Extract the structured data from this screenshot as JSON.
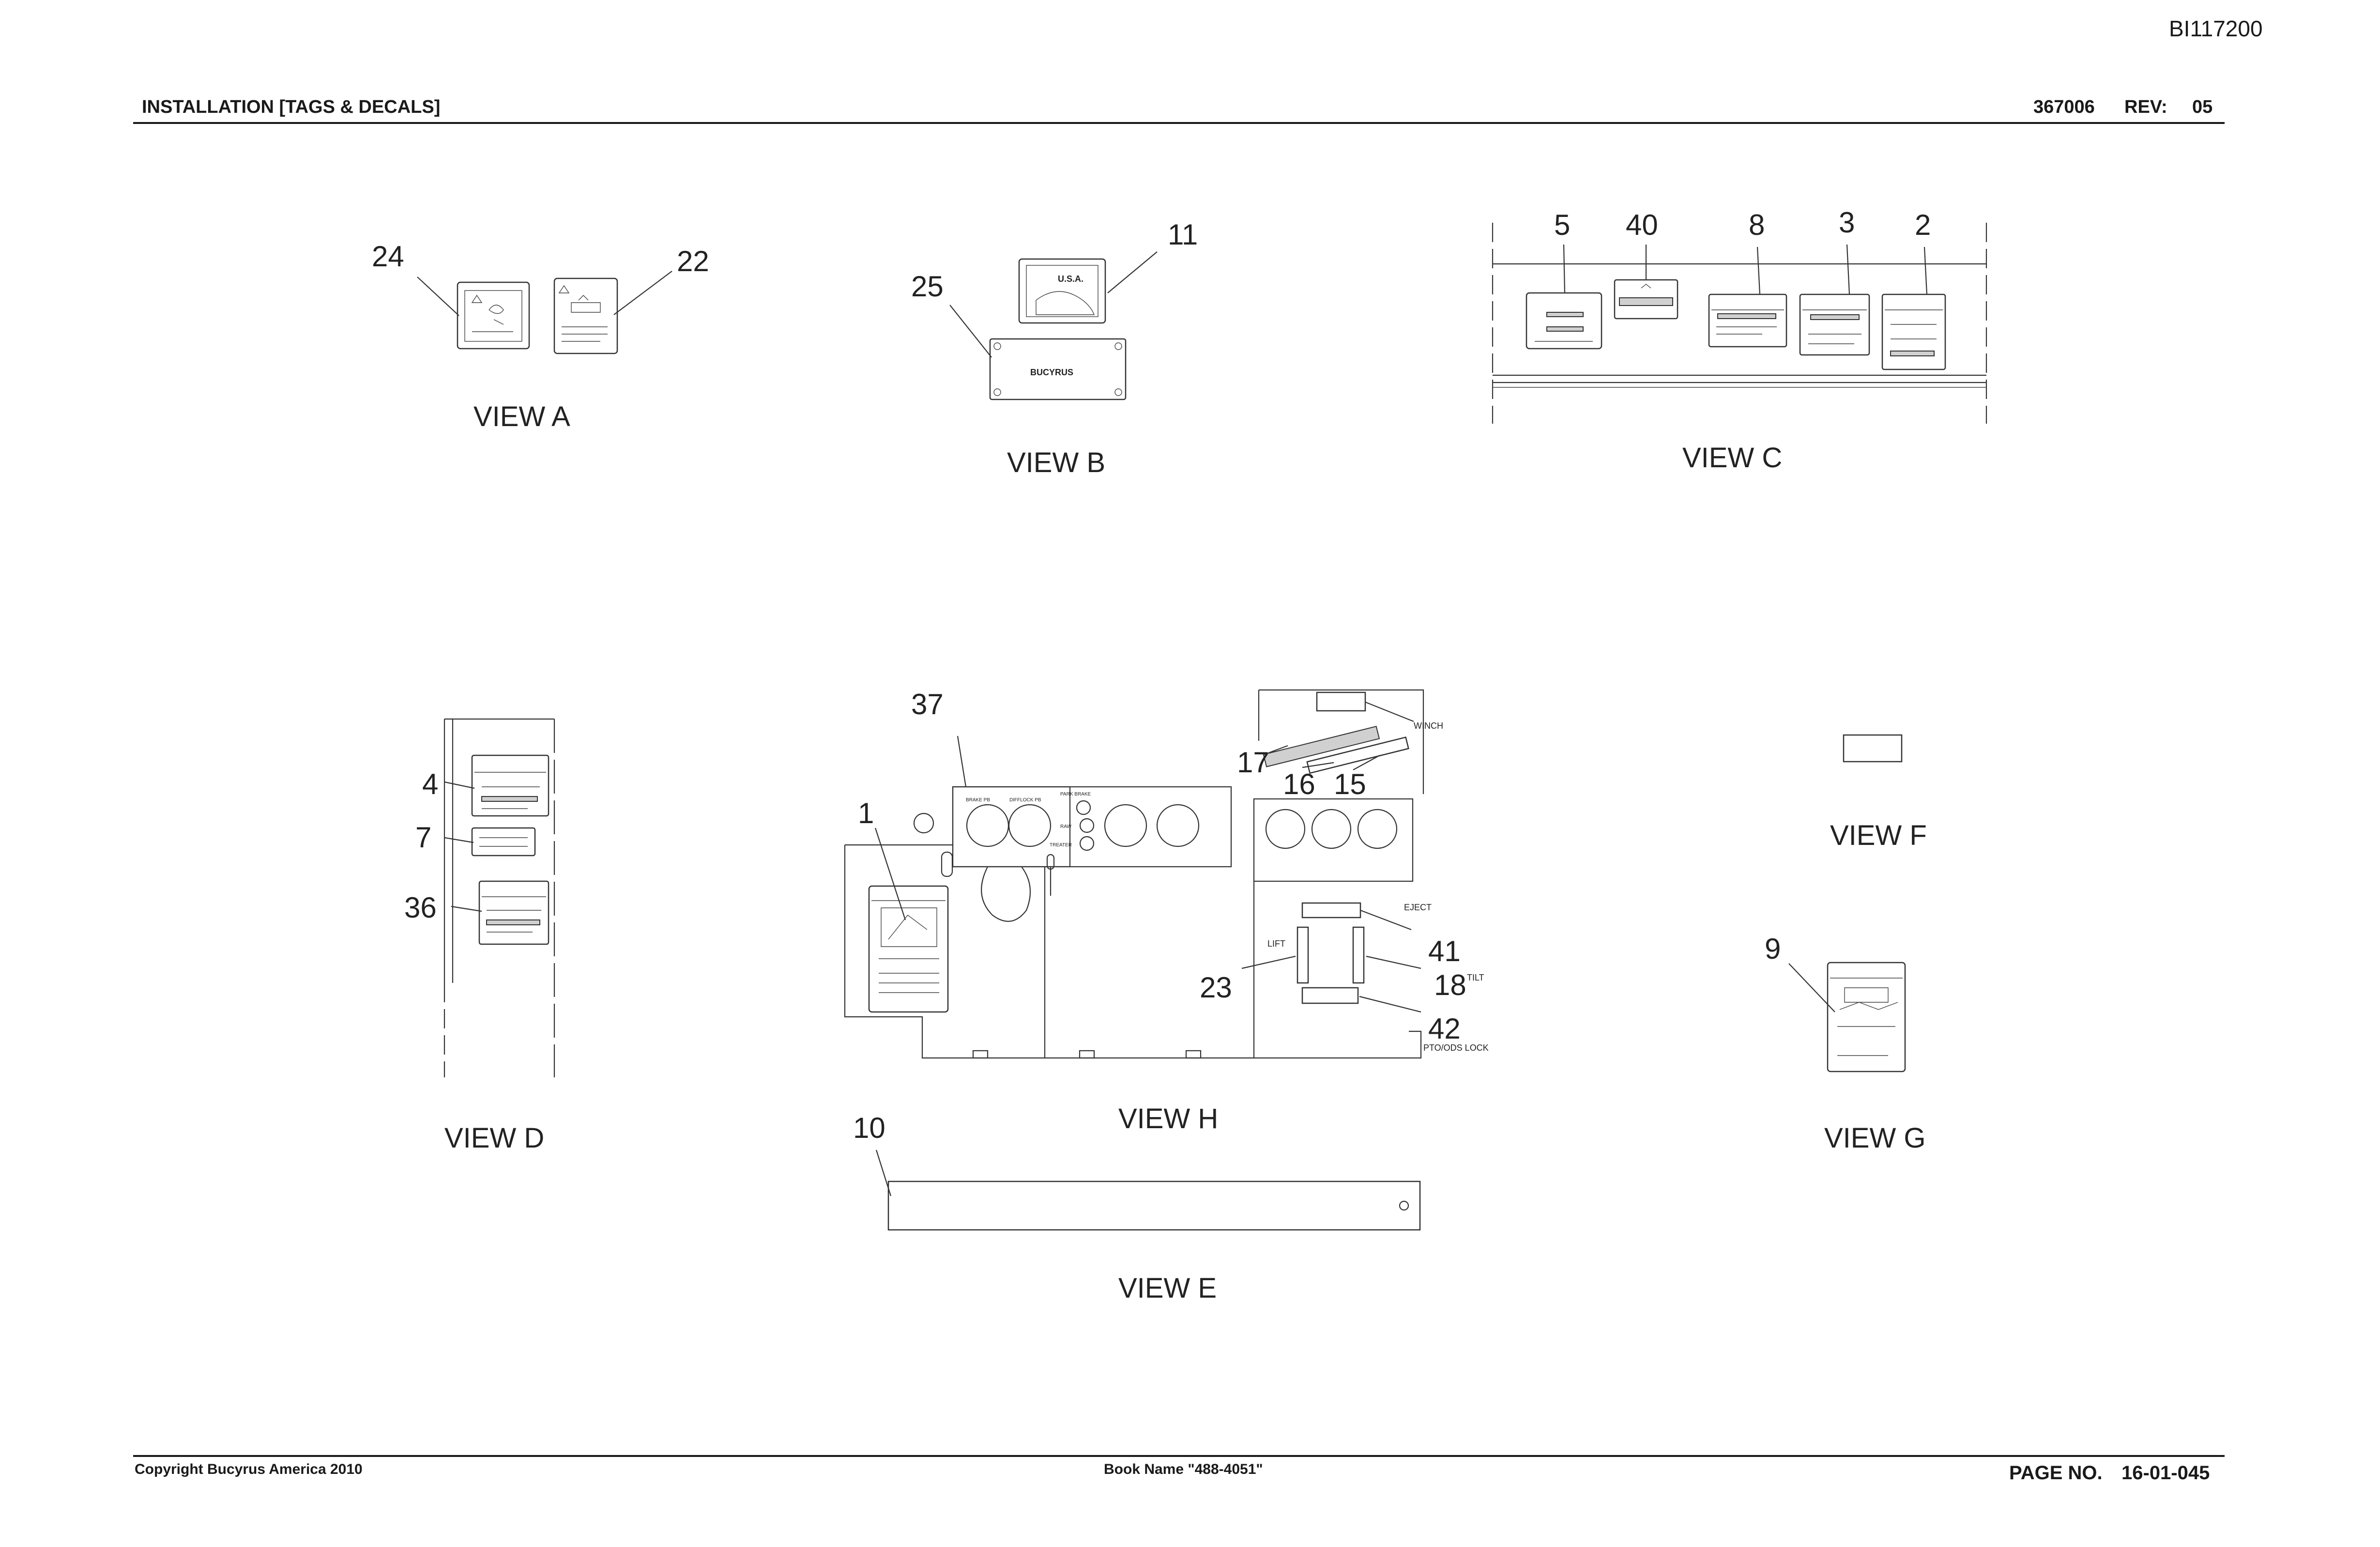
{
  "header": {
    "doc_id": "BI117200",
    "section_title": "INSTALLATION [TAGS & DECALS]",
    "drawing_number": "367006",
    "rev_label": "REV:",
    "rev_value": "05"
  },
  "footer": {
    "copyright": "Copyright Bucyrus America 2010",
    "book_name": "Book Name \"488-4051\"",
    "page_label": "PAGE NO.",
    "page_value": "16-01-045"
  },
  "views": {
    "a": "VIEW A",
    "b": "VIEW B",
    "c": "VIEW C",
    "d": "VIEW D",
    "e": "VIEW E",
    "f": "VIEW F",
    "g": "VIEW G",
    "h": "VIEW H"
  },
  "callouts": {
    "c1": "1",
    "c2": "2",
    "c3": "3",
    "c4": "4",
    "c5": "5",
    "c7": "7",
    "c8": "8",
    "c9": "9",
    "c10": "10",
    "c11": "11",
    "c15": "15",
    "c16": "16",
    "c17": "17",
    "c18": "18",
    "c22": "22",
    "c23": "23",
    "c24": "24",
    "c25": "25",
    "c36": "36",
    "c37": "37",
    "c40": "40",
    "c41": "41",
    "c42": "42"
  },
  "plate_text": {
    "bucyrus": "BUCYRUS",
    "usa": "U.S.A.",
    "winch": "WINCH",
    "eject": "EJECT",
    "lift": "LIFT",
    "tilt": "TILT",
    "pto_lock": "PTO/ODS LOCK",
    "brake_pb": "BRAKE PB",
    "diff_lock": "DIFFLOCK PB",
    "park_brake": "PARK BRAKE",
    "raw": "RAW",
    "treater": "TREATER"
  }
}
